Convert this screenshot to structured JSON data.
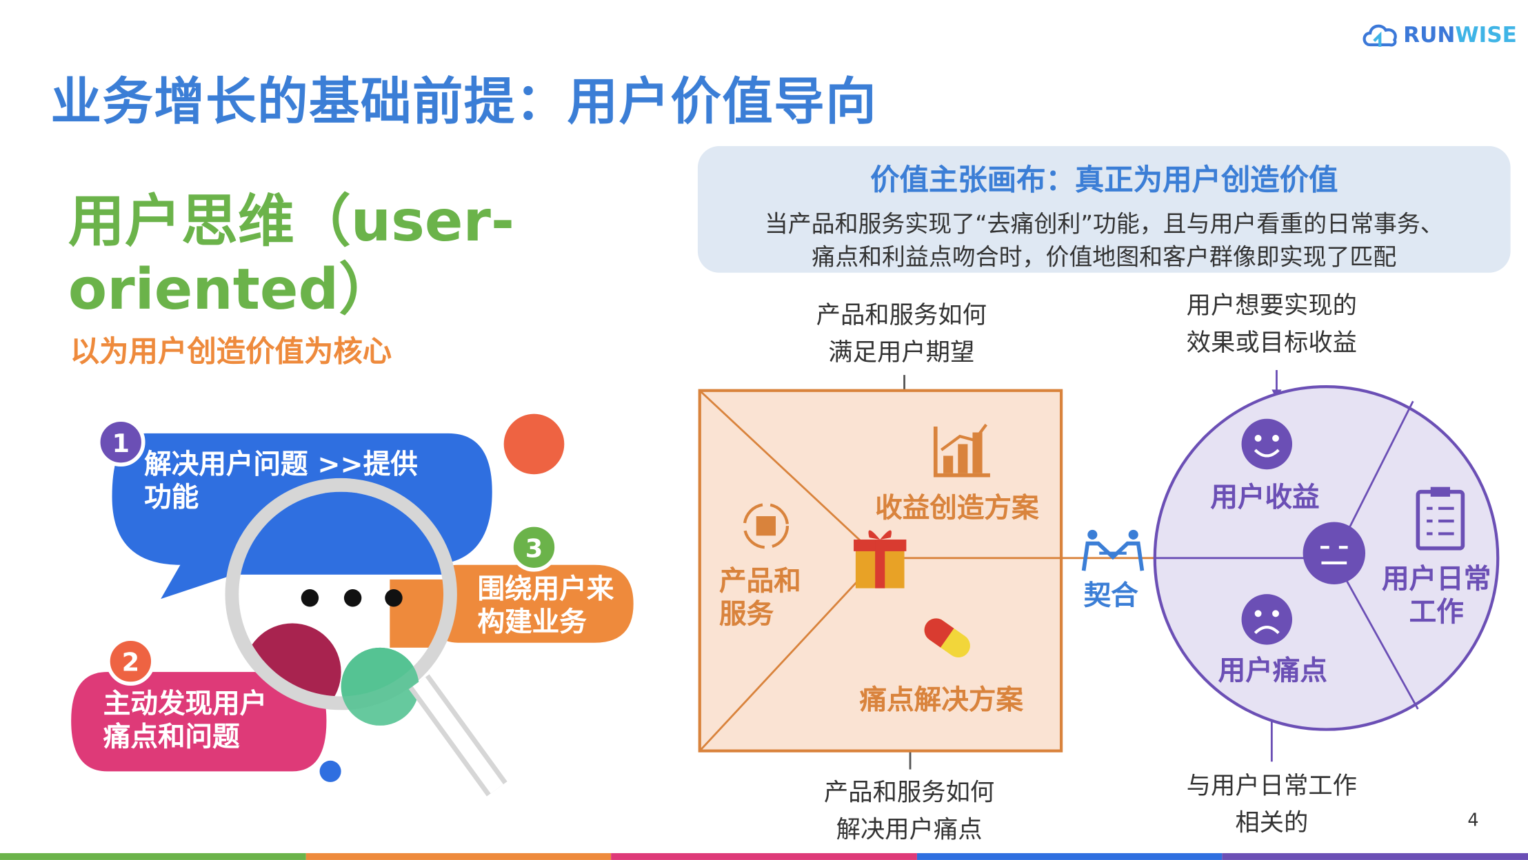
{
  "brand": {
    "logo_text_main": "RUN",
    "logo_text_accent": "WISE"
  },
  "slide": {
    "title": "业务增长的基础前提：用户价值导向",
    "page_number": "4"
  },
  "left": {
    "heading_line1": "用户思维（user-",
    "heading_line2": "oriented）",
    "subheading": "以为用户创造价值为核心",
    "bubbles": [
      {
        "num": "1",
        "line1": "解决用户问题 >>提供",
        "line2": "功能",
        "color": "#2f6fe0"
      },
      {
        "num": "2",
        "line1": "主动发现用户",
        "line2": "痛点和问题",
        "color": "#de3a78"
      },
      {
        "num": "3",
        "line1": "围绕用户来",
        "line2": "构建业务",
        "color": "#ee8a3c"
      }
    ],
    "dots": "• • •"
  },
  "canvas": {
    "title": "价值主张画布：真正为用户创造价值",
    "desc_line1": "当产品和服务实现了“去痛创利”功能，且与用户看重的日常事务、",
    "desc_line2": "痛点和利益点吻合时，价值地图和客户群像即实现了匹配"
  },
  "square": {
    "top_note_line1": "产品和服务如何",
    "top_note_line2": "满足用户期望",
    "bottom_note_line1": "产品和服务如何",
    "bottom_note_line2": "解决用户痛点",
    "gain_creators": "收益创造方案",
    "products_line1": "产品和",
    "products_line2": "服务",
    "pain_relievers": "痛点解决方案"
  },
  "fit": {
    "label": "契合"
  },
  "circle": {
    "top_note_line1": "用户想要实现的",
    "top_note_line2": "效果或目标收益",
    "bottom_note_line1": "与用户日常工作",
    "bottom_note_line2": "相关的",
    "gains": "用户收益",
    "jobs_line1": "用户日常",
    "jobs_line2": "工作",
    "pains": "用户痛点"
  },
  "colors": {
    "title_blue": "#3b7ed6",
    "heading_green": "#6bb34a",
    "sub_orange": "#ee8a3c",
    "square_fill": "#fae3d3",
    "square_border": "#d9833c",
    "circle_fill": "#e6e2f3",
    "circle_border": "#6b4fb5",
    "bottom_bar": [
      "#6bb34a",
      "#ee8a3c",
      "#de3a78",
      "#2f6fe0",
      "#6b4fb5"
    ]
  }
}
